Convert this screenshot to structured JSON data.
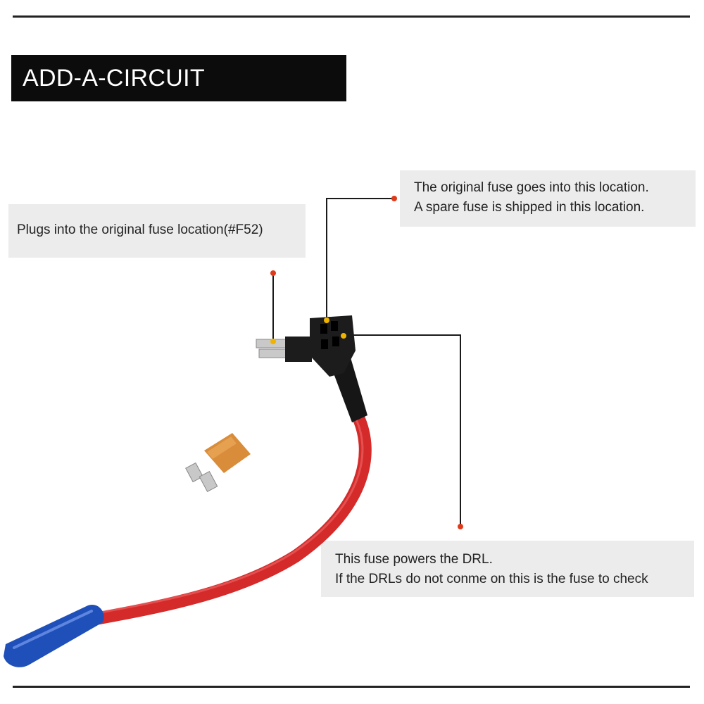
{
  "title": "ADD-A-CIRCUIT INFOMATION",
  "callouts": {
    "plug": {
      "line1": "Plugs into the original fuse location(#F52)"
    },
    "original_fuse": {
      "line1": "The original fuse goes into this location.",
      "line2": "A spare fuse is shipped in this location."
    },
    "drl_fuse": {
      "line1": "This fuse powers the DRL.",
      "line2": "If the DRLs do not conme on this is the fuse to check"
    }
  },
  "colors": {
    "title_background": "#0c0c0c",
    "callout_background": "#ececec",
    "wire": "#d42a2a",
    "terminal": "#1f4fb8",
    "mini_fuse": "#d98c3a",
    "marker_dot": "#e03a1a",
    "fuse_slot_dot": "#f0b400"
  }
}
